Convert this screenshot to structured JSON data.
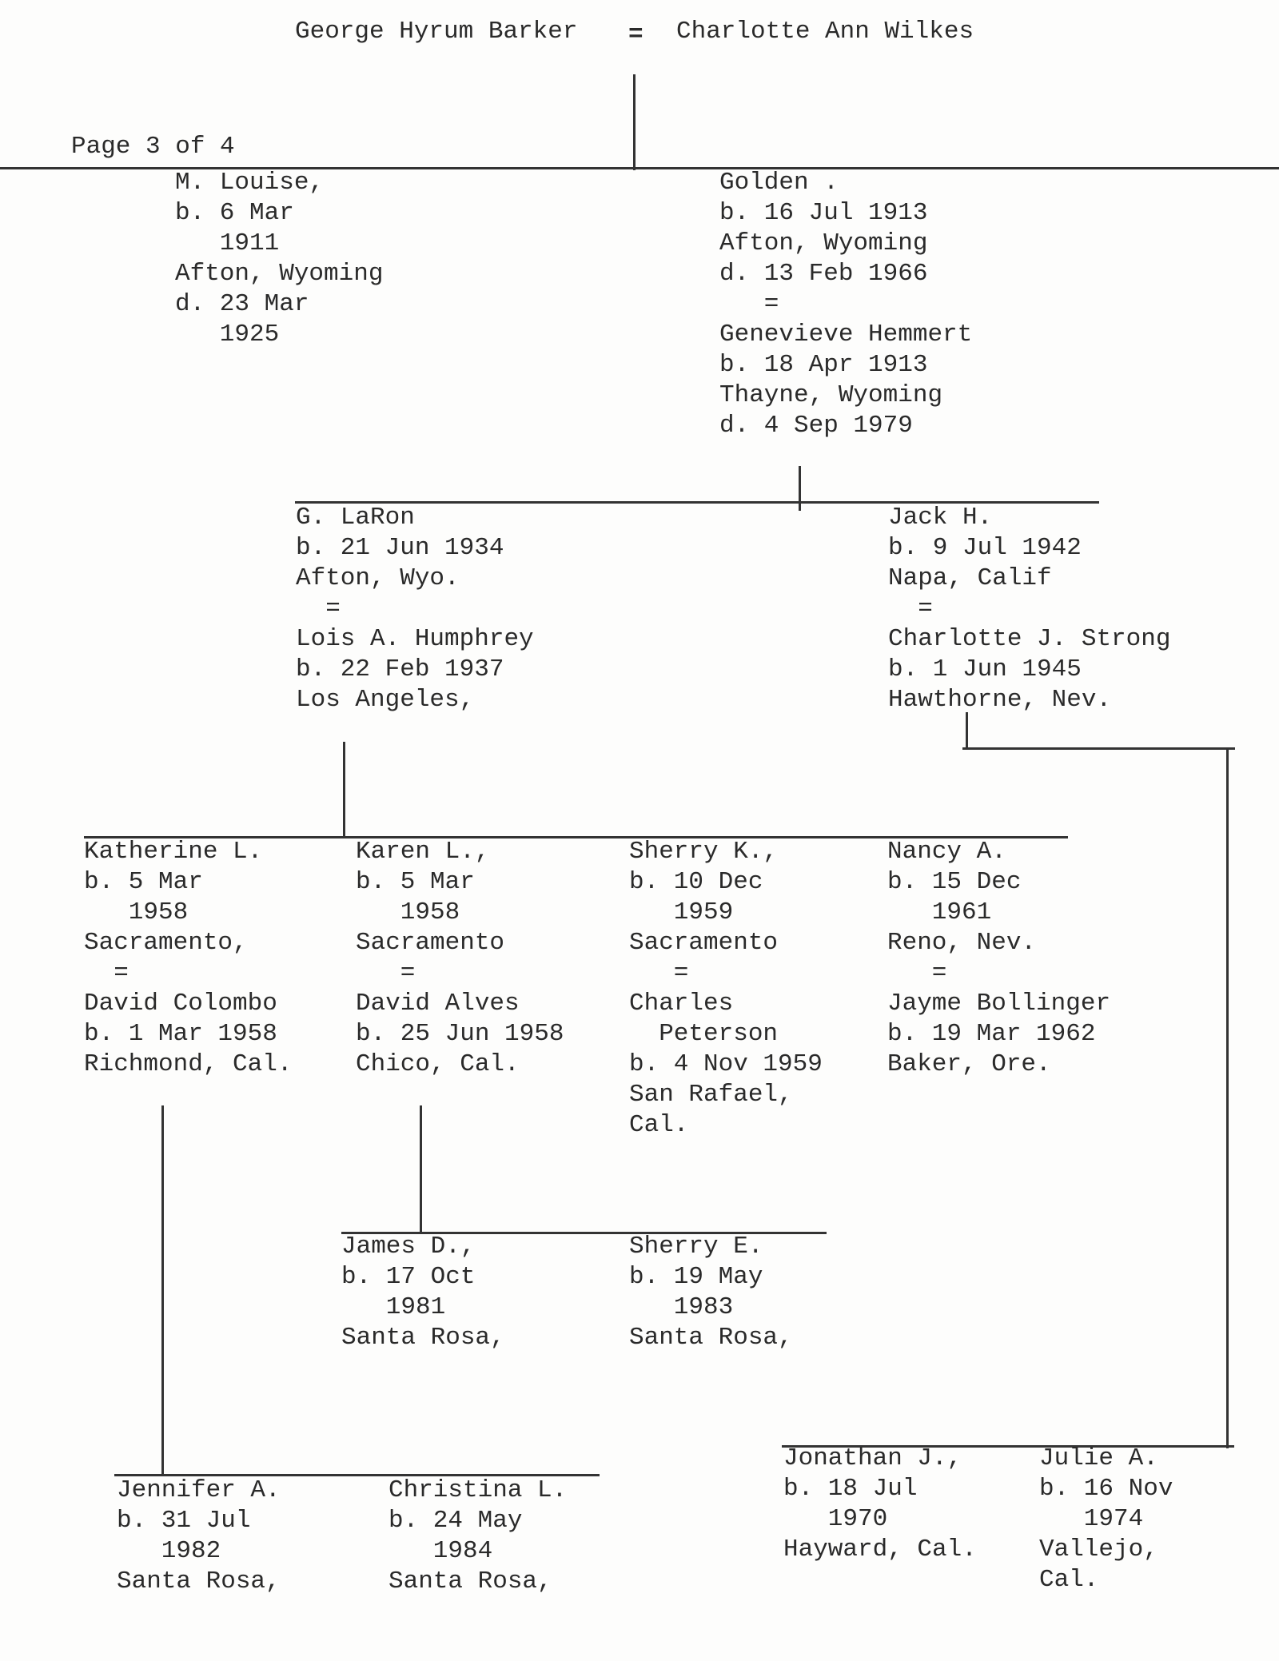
{
  "header": {
    "father": "George Hyrum Barker",
    "marriage_symbol": "=",
    "mother": "Charlotte Ann Wilkes",
    "page_label": "Page 3 of 4"
  },
  "generation1": [
    {
      "id": "m-louise",
      "lines": [
        "M. Louise,",
        "b. 6 Mar",
        "   1911",
        "Afton, Wyoming",
        "d. 23 Mar",
        "   1925"
      ]
    },
    {
      "id": "golden",
      "lines": [
        "Golden .",
        "b. 16 Jul 1913",
        "Afton, Wyoming",
        "d. 13 Feb 1966",
        "   =",
        "Genevieve Hemmert",
        "b. 18 Apr 1913",
        "Thayne, Wyoming",
        "d. 4 Sep 1979"
      ]
    }
  ],
  "generation2": [
    {
      "id": "g-laron",
      "lines": [
        "G. LaRon",
        "b. 21 Jun 1934",
        "Afton, Wyo.",
        "  =",
        "Lois A. Humphrey",
        "b. 22 Feb 1937",
        "Los Angeles,"
      ]
    },
    {
      "id": "jack-h",
      "lines": [
        "Jack H.",
        "b. 9 Jul 1942",
        "Napa, Calif",
        "  =",
        "Charlotte J. Strong",
        "b. 1 Jun 1945",
        "Hawthorne, Nev."
      ]
    }
  ],
  "generation3": [
    {
      "id": "katherine-l",
      "lines": [
        "Katherine L.",
        "b. 5 Mar",
        "   1958",
        "Sacramento,",
        "  =",
        "David Colombo",
        "b. 1 Mar 1958",
        "Richmond, Cal."
      ]
    },
    {
      "id": "karen-l",
      "lines": [
        "Karen L.,",
        "b. 5 Mar",
        "   1958",
        "Sacramento",
        "   =",
        "David Alves",
        "b. 25 Jun 1958",
        "Chico, Cal."
      ]
    },
    {
      "id": "sherry-k",
      "lines": [
        "Sherry K.,",
        "b. 10 Dec",
        "   1959",
        "Sacramento",
        "   =",
        "Charles",
        "  Peterson",
        "b. 4 Nov 1959",
        "San Rafael,",
        "Cal."
      ]
    },
    {
      "id": "nancy-a",
      "lines": [
        "Nancy A.",
        "b. 15 Dec",
        "   1961",
        "Reno, Nev.",
        "   =",
        "Jayme Bollinger",
        "b. 19 Mar 1962",
        "Baker, Ore."
      ]
    }
  ],
  "generation4_alves": [
    {
      "id": "james-d",
      "lines": [
        "James D.,",
        "b. 17 Oct",
        "   1981",
        "Santa Rosa,"
      ]
    },
    {
      "id": "sherry-e",
      "lines": [
        "Sherry E.",
        "b. 19 May",
        "   1983",
        "Santa Rosa,"
      ]
    }
  ],
  "generation4_colombo": [
    {
      "id": "jennifer-a",
      "lines": [
        "Jennifer A.",
        "b. 31 Jul",
        "   1982",
        "Santa Rosa,"
      ]
    },
    {
      "id": "christina-l",
      "lines": [
        "Christina L.",
        "b. 24 May",
        "   1984",
        "Santa Rosa,"
      ]
    }
  ],
  "generation3_jack": [
    {
      "id": "jonathan-j",
      "lines": [
        "Jonathan J.,",
        "b. 18 Jul",
        "   1970",
        "Hayward, Cal."
      ]
    },
    {
      "id": "julie-a",
      "lines": [
        "Julie A.",
        "b. 16 Nov",
        "   1974",
        "Vallejo,",
        "Cal."
      ]
    }
  ]
}
